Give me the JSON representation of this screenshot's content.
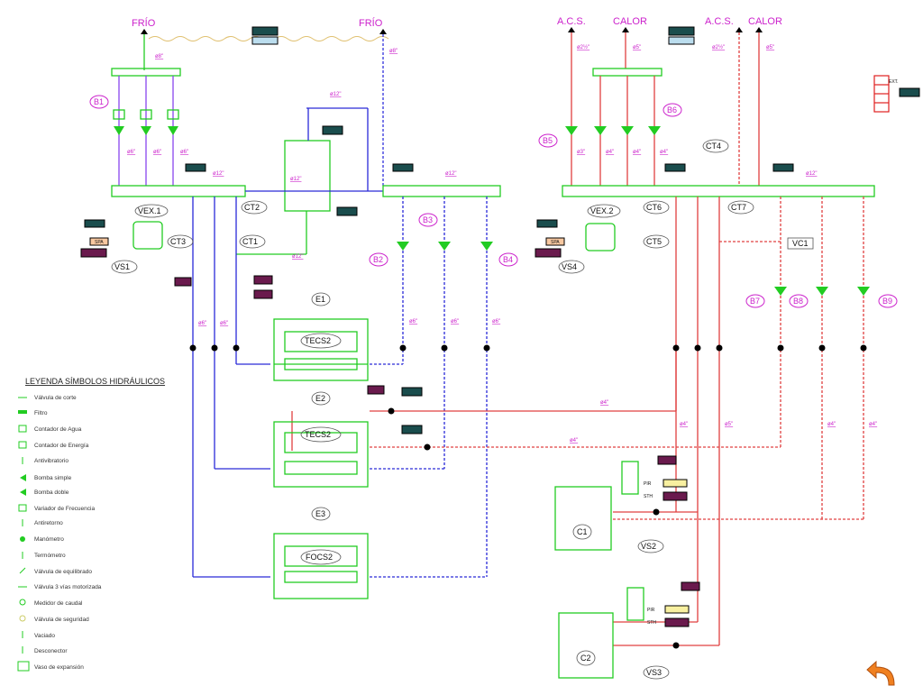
{
  "headers": {
    "frio_left": "FRÍO",
    "frio_right": "FRÍO",
    "acs_1": "A.C.S.",
    "calor_1": "CALOR",
    "acs_2": "A.C.S.",
    "calor_2": "CALOR"
  },
  "pumps": {
    "b1": "B1",
    "b2": "B2",
    "b3": "B3",
    "b4": "B4",
    "b5": "B5",
    "b6": "B6",
    "b7": "B7",
    "b8": "B8",
    "b9": "B9"
  },
  "counters": {
    "ct1": "CT1",
    "ct2": "CT2",
    "ct3": "CT3",
    "ct4": "CT4",
    "ct5": "CT5",
    "ct6": "CT6",
    "ct7": "CT7"
  },
  "vessels": {
    "vex1": "VEX.1",
    "vex2": "VEX.2",
    "vs1": "VS1",
    "vs2": "VS2",
    "vs3": "VS3",
    "vs4": "VS4"
  },
  "equipment": {
    "e1": "E1",
    "e2": "E2",
    "e3": "E3",
    "tecs2_a": "TECS2",
    "tecs2_b": "TECS2",
    "focs2": "FOCS2",
    "c1": "C1",
    "c2": "C2",
    "vc1": "VC1"
  },
  "small_tags": {
    "ext": "EXT.",
    "spa": "SPA",
    "pir": "PIR",
    "sth": "STH"
  },
  "dims": {
    "d8": "ø8\"",
    "d12": "ø12\"",
    "d6": "ø6\"",
    "d4": "ø4\"",
    "d5": "ø5\"",
    "d2": "ø2½\"",
    "d3": "ø3\""
  },
  "legend": {
    "title": "LEYENDA SÍMBOLOS HIDRÁULICOS",
    "items": [
      "Válvula de corte",
      "Filtro",
      "Contador de Agua",
      "Contador de Energía",
      "Antivibratorio",
      "Bomba simple",
      "Bomba doble",
      "Variador de Frecuencia",
      "Antiretorno",
      "Manómetro",
      "Termómetro",
      "Válvula de equilibrado",
      "Válvula 3 vías motorizada",
      "Medidor de caudal",
      "Válvula de seguridad",
      "Vaciado",
      "Desconector",
      "Vaso de expansión"
    ]
  },
  "colors": {
    "cold": "#2a2ad8",
    "hot": "#e02020",
    "equipment": "#22cc22",
    "accent": "#cc22cc",
    "tag_dark": "#1a4d4d"
  }
}
